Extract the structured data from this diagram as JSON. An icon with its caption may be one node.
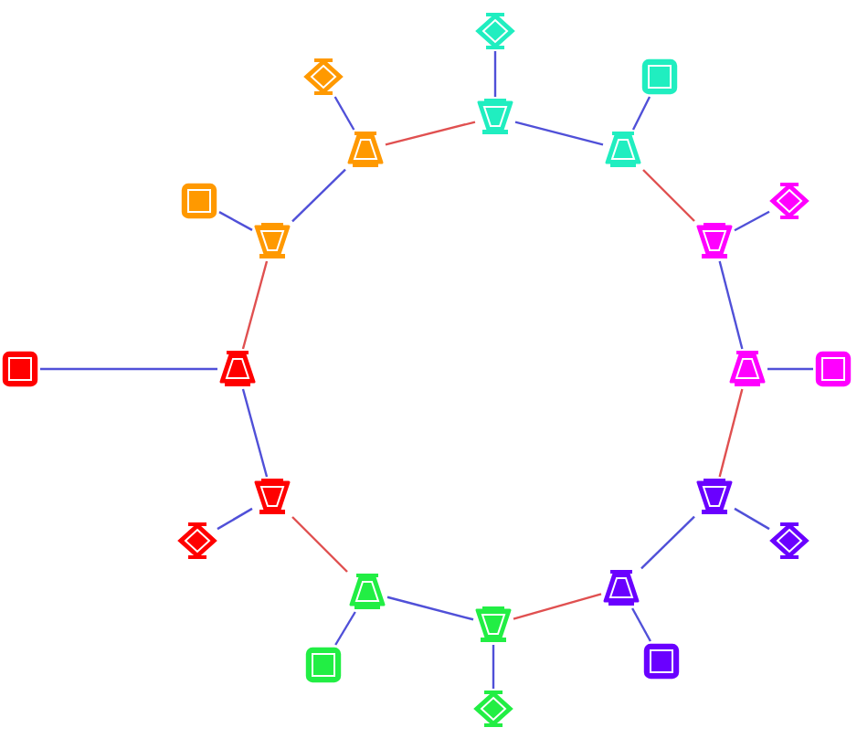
{
  "diagram": {
    "nodes": [
      {
        "text": [],
        "shape": "diamond"
      },
      {
        "text": [],
        "shape": "diamond"
      },
      {
        "text": [],
        "shape": "box"
      },
      {
        "text": [],
        "shape": "trapezoid"
      },
      {
        "text": [],
        "shape": "trapezoid"
      },
      {
        "text": [],
        "shape": "trapezoid"
      },
      {
        "text": [],
        "shape": "box"
      },
      {
        "text": [],
        "shape": "diamond"
      },
      {
        "text": [],
        "shape": "trapezoid"
      },
      {
        "text": [],
        "shape": "trapezoid"
      },
      {
        "text": [],
        "shape": "box"
      },
      {
        "text": [],
        "shape": "trapezoid"
      },
      {
        "text": [],
        "shape": "trapezoid"
      },
      {
        "text": [],
        "shape": "box"
      },
      {
        "text": [],
        "shape": "trapezoid"
      },
      {
        "text": [],
        "shape": "trapezoid"
      },
      {
        "text": [],
        "shape": "diamond"
      },
      {
        "text": [],
        "shape": "diamond"
      },
      {
        "text": [],
        "shape": "trapezoid"
      },
      {
        "text": [],
        "shape": "trapezoid"
      },
      {
        "text": [],
        "shape": "trapezoid"
      },
      {
        "text": [],
        "shape": "box"
      },
      {
        "text": [],
        "shape": "box"
      },
      {
        "text": [],
        "shape": "diamond"
      }
    ],
    "edges": [
      {
        "from": 3,
        "to": 5,
        "arrow": "none"
      },
      {
        "from": 5,
        "to": 9,
        "arrow": "none",
        "color": "#e05050"
      },
      {
        "from": 9,
        "to": 12,
        "arrow": "none"
      },
      {
        "from": 12,
        "to": 15,
        "arrow": "none",
        "color": "#e05050"
      },
      {
        "from": 15,
        "to": 19,
        "arrow": "none"
      },
      {
        "from": 19,
        "to": 20,
        "arrow": "none",
        "color": "#e05050"
      },
      {
        "from": 20,
        "to": 18,
        "arrow": "none"
      },
      {
        "from": 18,
        "to": 14,
        "arrow": "none",
        "color": "#e05050"
      },
      {
        "from": 14,
        "to": 11,
        "arrow": "none"
      },
      {
        "from": 11,
        "to": 8,
        "arrow": "none",
        "color": "#e05050"
      },
      {
        "from": 8,
        "to": 4,
        "arrow": "none"
      },
      {
        "from": 4,
        "to": 3,
        "arrow": "none",
        "color": "#e05050"
      },
      {
        "from": 3,
        "to": 0,
        "arrow": "none"
      },
      {
        "from": 5,
        "to": 2,
        "arrow": "none"
      },
      {
        "from": 9,
        "to": 7,
        "arrow": "none"
      },
      {
        "from": 12,
        "to": 13,
        "arrow": "none"
      },
      {
        "from": 15,
        "to": 17,
        "arrow": "none"
      },
      {
        "from": 19,
        "to": 22,
        "arrow": "none"
      },
      {
        "from": 20,
        "to": 23,
        "arrow": "none"
      },
      {
        "from": 18,
        "to": 21,
        "arrow": "none"
      },
      {
        "from": 14,
        "to": 16,
        "arrow": "none"
      },
      {
        "from": 11,
        "to": 10,
        "arrow": "none"
      },
      {
        "from": 8,
        "to": 6,
        "arrow": "none"
      },
      {
        "from": 4,
        "to": 1,
        "arrow": "none"
      }
    ]
  }
}
